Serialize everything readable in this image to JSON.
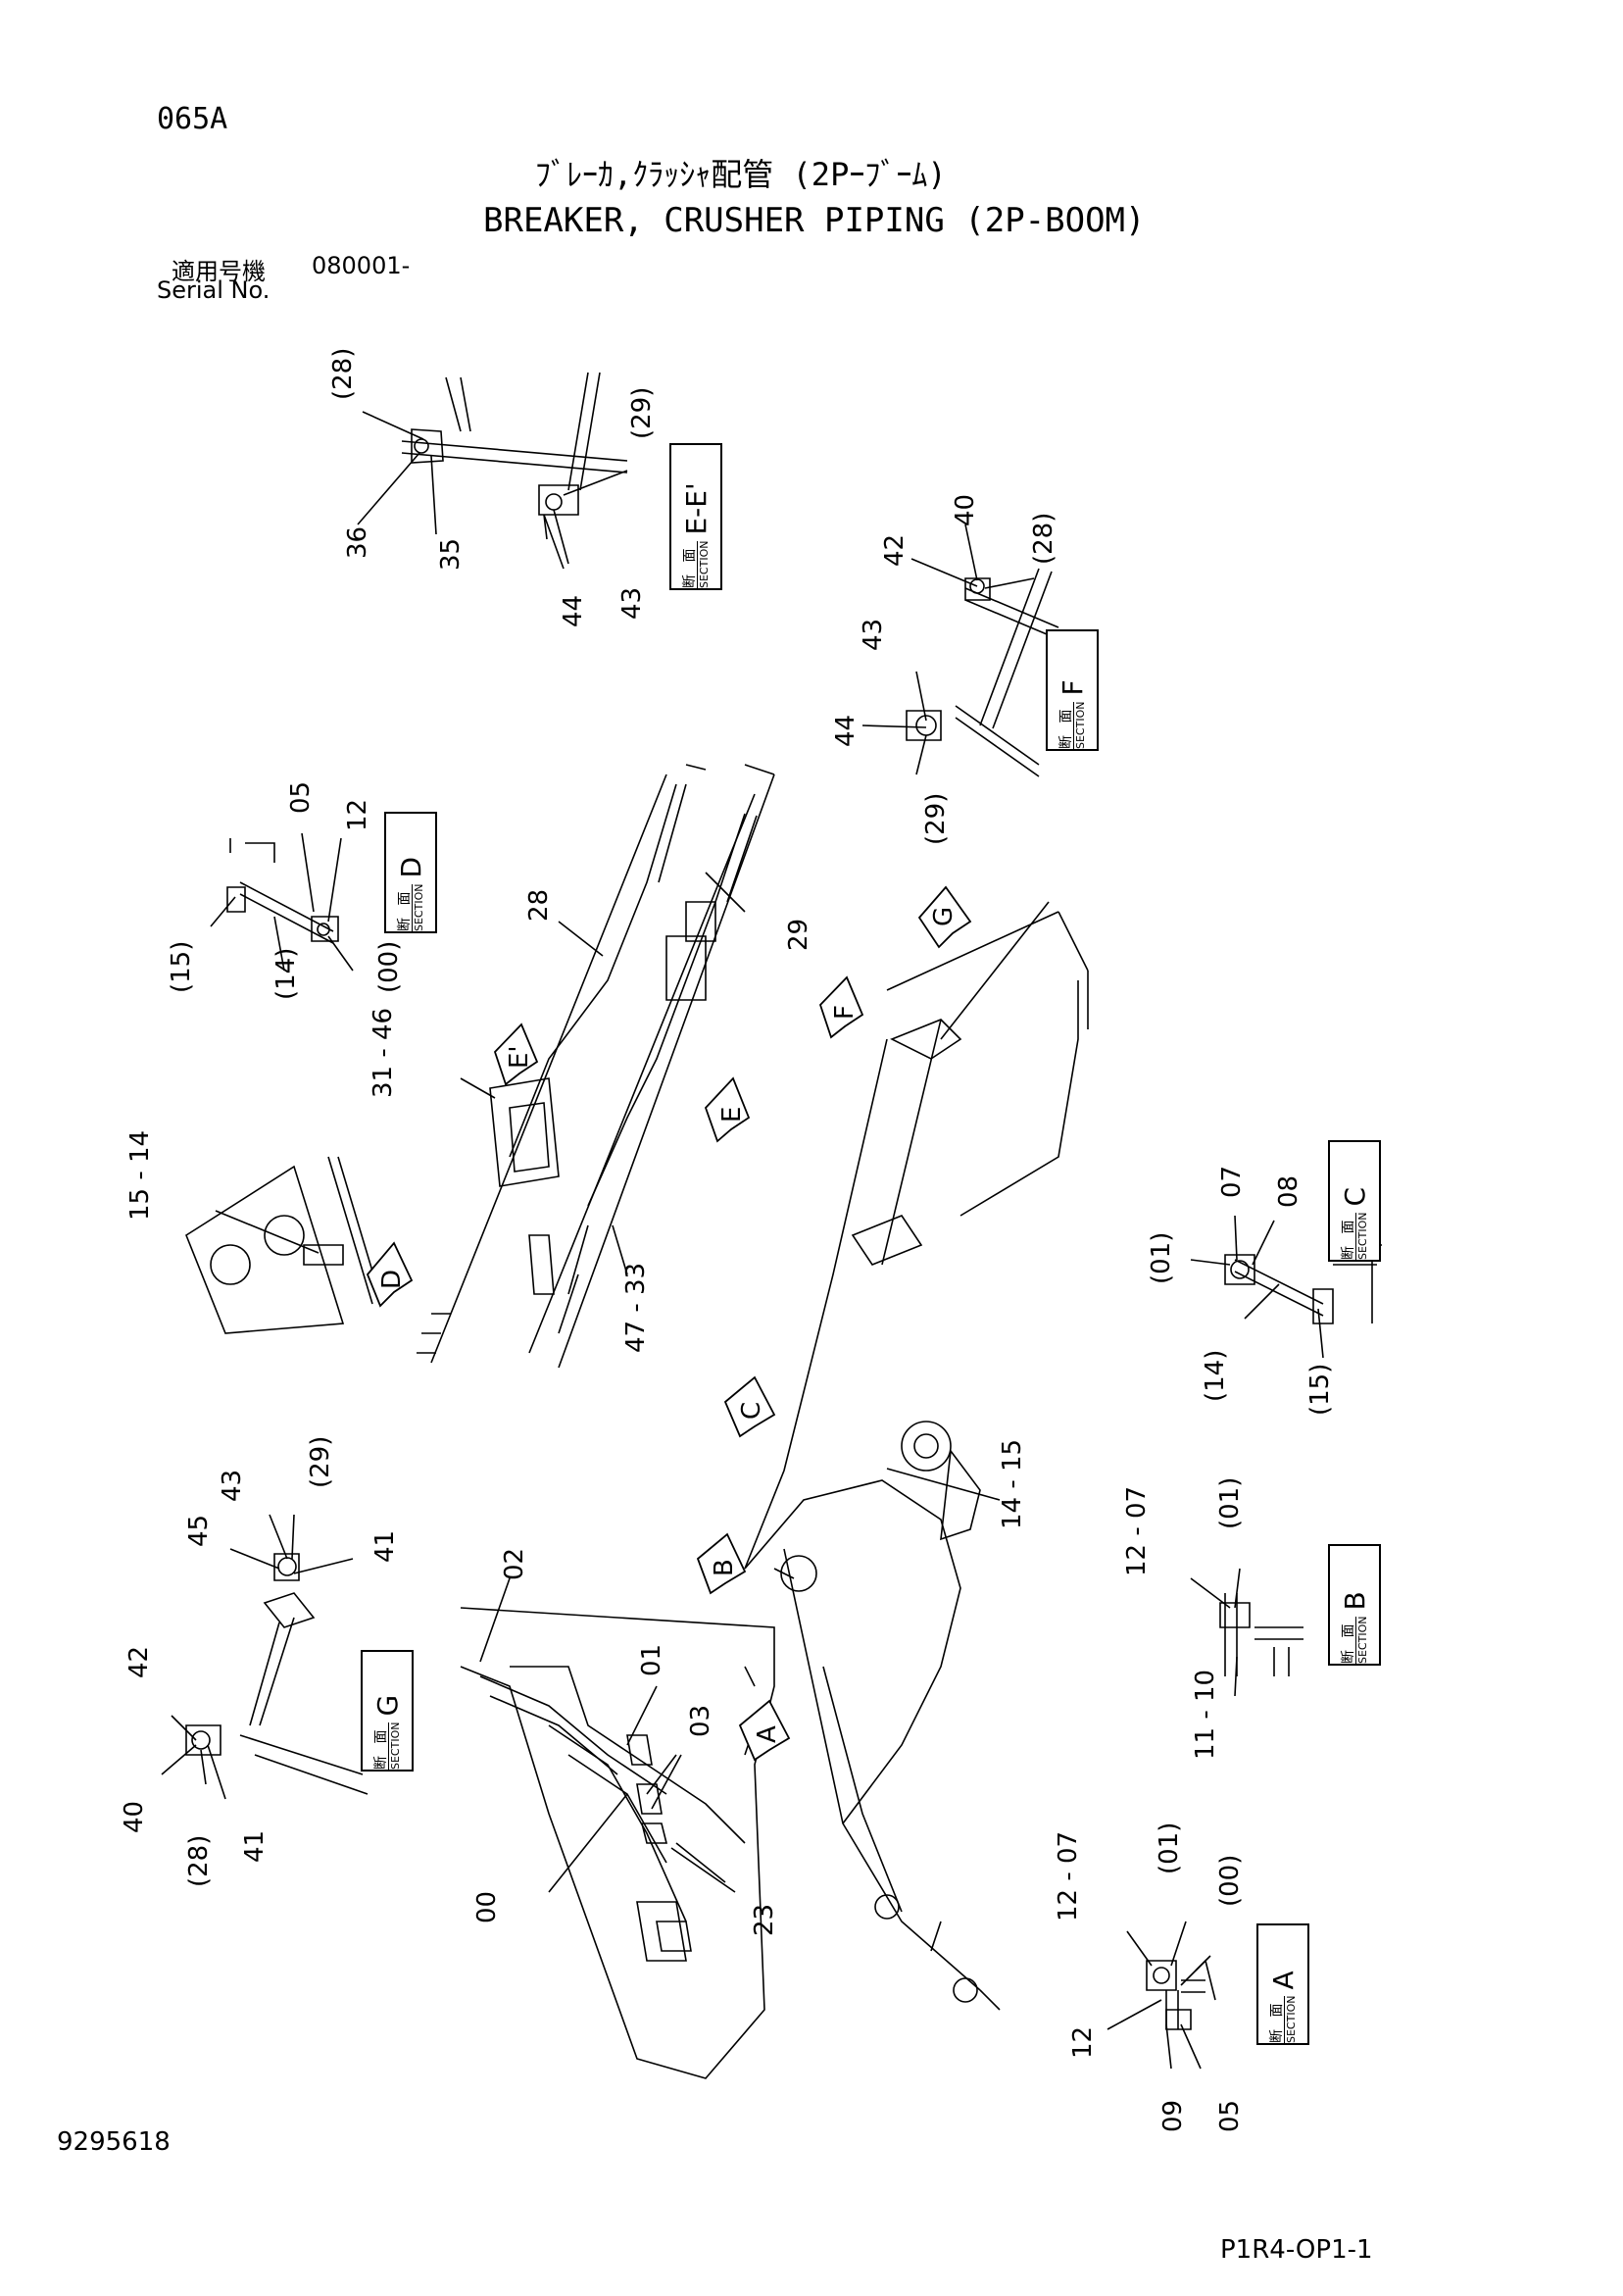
{
  "header": {
    "page_code": "065A",
    "title_jp": "ﾌﾞﾚｰｶ,ｸﾗｯｼｬ配管 (2Pｰﾌﾞｰﾑ)",
    "title_en": "BREAKER, CRUSHER PIPING (2P-BOOM)",
    "serial_label_jp": "適用号機",
    "serial_value": "080001-",
    "serial_label_en": "Serial No."
  },
  "footer": {
    "doc_number": "9295618",
    "page_ref": "P1R4-OP1-1"
  },
  "sections": {
    "common_jp": "断 面",
    "common_en": "SECTION",
    "ee": "E-E'",
    "f": "F",
    "d": "D",
    "c": "C",
    "b": "B",
    "g": "G",
    "a": "A"
  },
  "view_arrows": {
    "g": "G",
    "f": "F",
    "e1": "E'",
    "e2": "E",
    "d": "D",
    "c": "C",
    "b": "B",
    "a": "A"
  },
  "callouts": {
    "ee_28": "(28)",
    "ee_29": "(29)",
    "ee_36": "36",
    "ee_35": "35",
    "ee_44": "44",
    "ee_43": "43",
    "f_42": "42",
    "f_40": "40",
    "f_28": "(28)",
    "f_43": "43",
    "f_44": "44",
    "f_29": "(29)",
    "d_05": "05",
    "d_12": "12",
    "d_15": "(15)",
    "d_14": "(14)",
    "d_00": "(00)",
    "b28": "28",
    "b29": "29",
    "b31": "31\n-\n46",
    "b47": "47\n-\n33",
    "v15": "15\n-\n14",
    "c_07": "07",
    "c_08": "08",
    "c_01": "(01)",
    "c_14": "(14)",
    "c_15": "(15)",
    "m14": "14\n-\n15",
    "g_29": "(29)",
    "g_43": "43",
    "g_45": "45",
    "g_41": "41",
    "g_42": "42",
    "g_40": "40",
    "g_28": "(28)",
    "g_41b": "41",
    "b_12": "12\n-\n07",
    "b_01": "(01)",
    "b_11": "11\n-\n10",
    "l02": "02",
    "l01": "01",
    "l03": "03",
    "l00": "00",
    "l23": "23",
    "a_12a": "12\n-\n07",
    "a_01": "(01)",
    "a_00": "(00)",
    "a_12": "12",
    "a_09": "09",
    "a_05": "05"
  }
}
